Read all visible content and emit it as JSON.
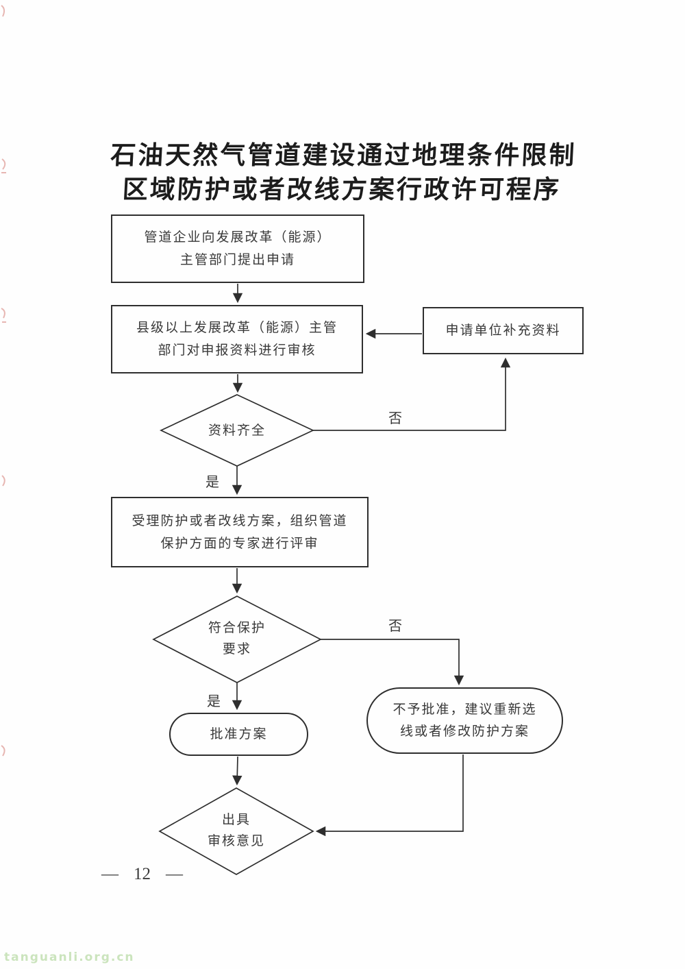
{
  "title": {
    "line1": "石油天然气管道建设通过地理条件限制",
    "line2": "区域防护或者改线方案行政许可程序"
  },
  "flowchart": {
    "apply_box": {
      "line1": "管道企业向发展改革（能源）",
      "line2": "主管部门提出申请"
    },
    "review_box": {
      "line1": "县级以上发展改革（能源）主管",
      "line2": "部门对申报资料进行审核"
    },
    "supplement_box": {
      "label": "申请单位补充资料"
    },
    "materials_complete_diamond": {
      "label": "资料齐全"
    },
    "accept_box": {
      "line1": "受理防护或者改线方案，组织管道",
      "line2": "保护方面的专家进行评审"
    },
    "meets_protection_diamond": {
      "line1": "符合保护",
      "line2": "要求"
    },
    "reject_stadium": {
      "line1": "不予批准，建议重新选",
      "line2": "线或者修改防护方案"
    },
    "approve_stadium": {
      "label": "批准方案"
    },
    "issue_opinion_diamond": {
      "line1": "出具",
      "line2": "审核意见"
    },
    "labels": {
      "no1": "否",
      "yes1": "是",
      "no2": "否",
      "yes2": "是"
    }
  },
  "footer": {
    "left_dash": "—",
    "page_number": "12",
    "right_dash": "—"
  },
  "watermark": {
    "text": "tanguanli.org.cn"
  },
  "colors": {
    "line": "#2e2e2e",
    "text": "#383838",
    "watermark_green": "#cbe4bd",
    "red_fragment": "#c64a42",
    "background": "#fefefe"
  }
}
